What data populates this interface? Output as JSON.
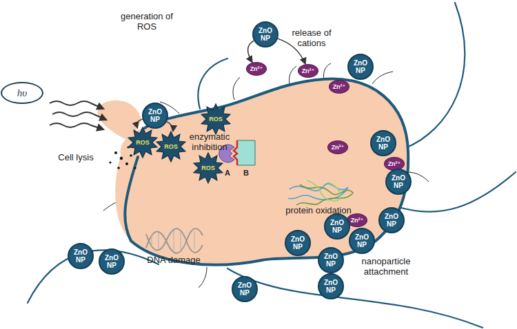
{
  "diagram": {
    "nodes": [
      {
        "text": [
          "hυ"
        ]
      },
      {
        "text": [
          "ZnO NP"
        ]
      },
      {
        "text": [
          "Zn²⁺"
        ]
      },
      {
        "text": [
          "Zn²⁺"
        ]
      },
      {
        "text": [
          "ZnO NP"
        ]
      },
      {
        "text": [
          "Zn²⁺"
        ]
      },
      {
        "text": [
          "ZnO NP"
        ]
      },
      {
        "text": [
          "ROS"
        ]
      },
      {
        "text": [
          "ROS"
        ]
      },
      {
        "text": [
          "ROS"
        ]
      },
      {
        "text": [
          "ROS"
        ]
      },
      {
        "text": [
          "ZnO NP"
        ]
      },
      {
        "text": [
          "Zn²⁺"
        ]
      },
      {
        "text": [
          "Zn²⁺"
        ]
      },
      {
        "text": [
          "ZnO NP"
        ]
      },
      {
        "text": [
          "ZnO NP"
        ]
      },
      {
        "text": [
          "Zn²⁺"
        ]
      },
      {
        "text": [
          "ZnO NP"
        ]
      },
      {
        "text": [
          "ZnO NP"
        ]
      },
      {
        "text": [
          "ZnO NP"
        ]
      },
      {
        "text": [
          "ZnO NP"
        ]
      },
      {
        "text": [
          "ZnO NP"
        ]
      },
      {
        "text": [
          "ZnO NP"
        ]
      },
      {
        "text": [
          "ZnO NP"
        ]
      },
      {
        "text": [
          "ZnO NP"
        ]
      }
    ],
    "edges": [
      {
        "from": 1,
        "to": 2,
        "arrow": "to"
      },
      {
        "from": 1,
        "to": 3,
        "arrow": "to"
      },
      {
        "from": 6,
        "to": 8,
        "arrow": "to"
      },
      {
        "from": 6,
        "to": 9,
        "arrow": "to"
      }
    ],
    "labels": [
      "generation of ROS",
      "release of cations",
      "Cell lysis",
      "enzymatic inhibition",
      "A",
      "B",
      "protein oxidation",
      "DNA damage",
      "nanoparticle attachment"
    ]
  }
}
